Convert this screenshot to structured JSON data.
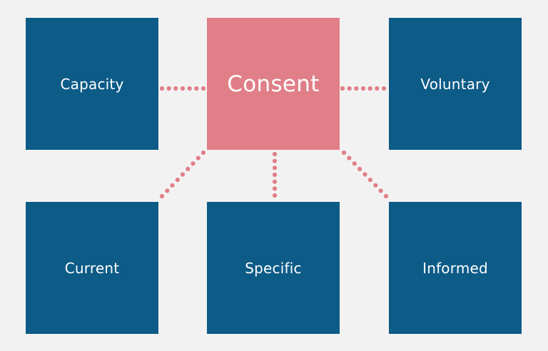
{
  "diagram": {
    "center": {
      "label": "Consent"
    },
    "nodes": [
      {
        "id": "capacity",
        "label": "Capacity"
      },
      {
        "id": "voluntary",
        "label": "Voluntary"
      },
      {
        "id": "current",
        "label": "Current"
      },
      {
        "id": "specific",
        "label": "Specific"
      },
      {
        "id": "informed",
        "label": "Informed"
      }
    ],
    "connections": [
      {
        "from": "consent",
        "to": "capacity"
      },
      {
        "from": "consent",
        "to": "voluntary"
      },
      {
        "from": "consent",
        "to": "current"
      },
      {
        "from": "consent",
        "to": "specific"
      },
      {
        "from": "consent",
        "to": "informed"
      }
    ],
    "colors": {
      "background": "#f3f2f2",
      "center_fill": "#e07f88",
      "node_fill": "#0d5b87",
      "connector": "#e07f88",
      "text": "#ffffff"
    }
  }
}
